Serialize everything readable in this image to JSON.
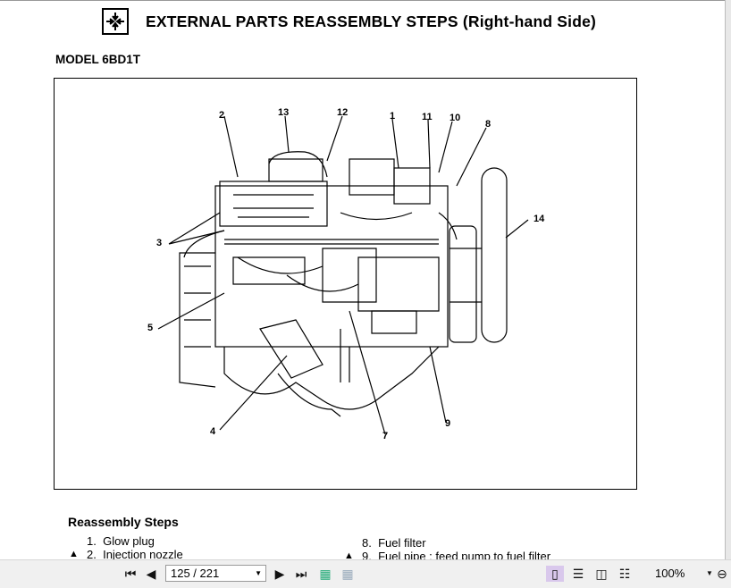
{
  "document": {
    "title": "EXTERNAL PARTS REASSEMBLY STEPS (Right-hand Side)",
    "model": "MODEL 6BD1T",
    "header_icon": "reassembly-arrows-icon",
    "callouts": [
      "1",
      "2",
      "3",
      "4",
      "5",
      "7",
      "8",
      "9",
      "10",
      "11",
      "12",
      "13",
      "14"
    ],
    "steps_heading": "Reassembly Steps",
    "steps": [
      {
        "num": "1.",
        "label": "Glow plug",
        "marker": ""
      },
      {
        "num": "2.",
        "label": "Injection nozzle",
        "marker": "▲"
      },
      {
        "num": "8.",
        "label": "Fuel filter",
        "marker": ""
      },
      {
        "num": "9.",
        "label": "Fuel pipe ; feed pump to fuel filter",
        "marker": "▲"
      }
    ]
  },
  "toolbar": {
    "first_page": "first-page-icon",
    "prev_page": "previous-page-icon",
    "page_value": "125 / 221",
    "next_page": "next-page-icon",
    "last_page": "last-page-icon",
    "zoom": "100%",
    "view_active_color": "#d9c8ec"
  }
}
